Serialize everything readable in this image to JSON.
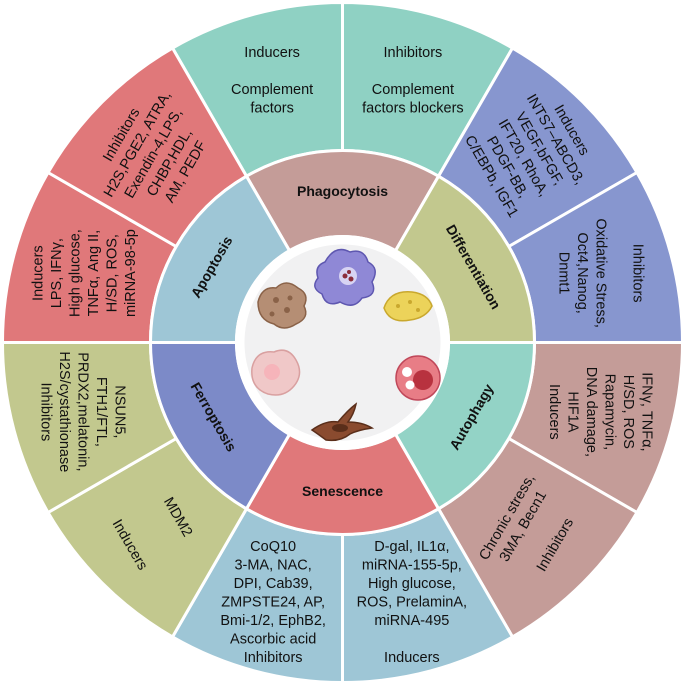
{
  "inner_ring": [
    {
      "id": "phagocytosis",
      "label": "Phagocytosis",
      "color": "#c49c98"
    },
    {
      "id": "differentiation",
      "label": "Differentiation",
      "color": "#c2c88e"
    },
    {
      "id": "autophagy",
      "label": "Autophagy",
      "color": "#93d3c6"
    },
    {
      "id": "senescence",
      "label": "Senescence",
      "color": "#e0787a"
    },
    {
      "id": "ferroptosis",
      "label": "Ferroptosis",
      "color": "#7c8ac8"
    },
    {
      "id": "apoptosis",
      "label": "Apoptosis",
      "color": "#9ec6d6"
    }
  ],
  "outer_ring": [
    {
      "id": "phago-inducers",
      "color": "#8fd1c3",
      "lines": [
        "Inducers",
        "",
        "Complement",
        "factors"
      ]
    },
    {
      "id": "phago-inhibitors",
      "color": "#8fd1c3",
      "lines": [
        "Inhibitors",
        "",
        "Complement",
        "factors blockers"
      ]
    },
    {
      "id": "diff-inducers",
      "color": "#8796cf",
      "lines": [
        "Inducers",
        "INTS7–ABCD3,",
        "VEGF,bFGF,",
        "IFT20, RhoA,",
        "PDGF-BB,",
        "C/EBPb, IGF1"
      ]
    },
    {
      "id": "diff-inhibitors",
      "color": "#8796cf",
      "lines": [
        "Inhibitors",
        "",
        "Oxidative Stress,",
        "Oct4,Nanog,",
        "Dnmt1"
      ]
    },
    {
      "id": "auto-inducers",
      "color": "#c49c98",
      "lines": [
        "IFNγ, TNFα,",
        "H/SD, ROS",
        "Rapamycin,",
        "DNA damage,",
        "HIF1A",
        "Inducers"
      ]
    },
    {
      "id": "auto-inhibitors",
      "color": "#c49c98",
      "lines": [
        "Chronic stress,",
        "3MA, Becn1",
        "",
        "Inhibitors"
      ]
    },
    {
      "id": "sen-inducers",
      "color": "#9ec6d6",
      "lines": [
        "D-gal, IL1α,",
        "miRNA-155-5p,",
        "High glucose,",
        "ROS, PrelaminA,",
        "miRNA-495",
        "",
        "Inducers"
      ]
    },
    {
      "id": "sen-inhibitors",
      "color": "#9ec6d6",
      "lines": [
        "CoQ10",
        "3-MA, NAC,",
        "DPI, Cab39,",
        "ZMPSTE24, AP,",
        "Bmi-1/2, EphB2,",
        "Ascorbic acid",
        "Inhibitors"
      ]
    },
    {
      "id": "ferro-inducers",
      "color": "#c2c88e",
      "lines": [
        "MDM2",
        "",
        "",
        "Inducers"
      ]
    },
    {
      "id": "ferro-inhibitors",
      "color": "#c2c88e",
      "lines": [
        "NSUN5,",
        "FTH1/FTL,",
        "PRDX2,melatonin,",
        "H2S/cystathionase",
        "Inhibitors"
      ]
    },
    {
      "id": "apo-inducers",
      "color": "#e0787a",
      "lines": [
        "Inducers",
        "LPS, IFNγ,",
        "High glucose,",
        "TNFα, Ang II,",
        "H/SD, ROS,",
        "miRNA-98-5p"
      ]
    },
    {
      "id": "apo-inhibitors",
      "color": "#e0787a",
      "lines": [
        "Inhibitors",
        "H2S,PGE2, ATRA,",
        "Exendin-4,LPS,",
        "CHBP,HDL,",
        "AM, PEDF"
      ]
    }
  ],
  "center_icons": [
    "macrophage-icon",
    "yellow-cell-icon",
    "red-cell-icon",
    "fibroblast-icon",
    "pink-cell-icon",
    "brown-cell-icon"
  ]
}
